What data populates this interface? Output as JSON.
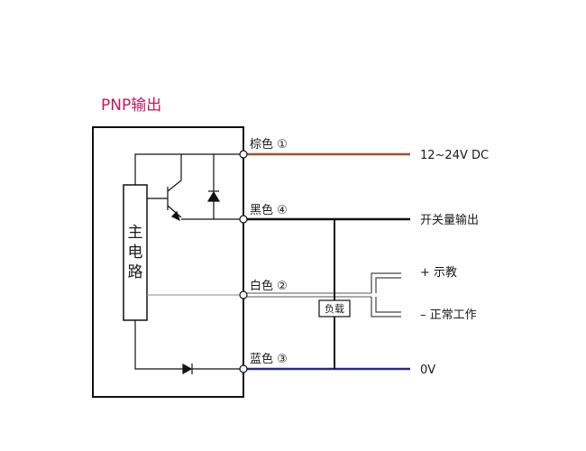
{
  "title": "PNP输出",
  "main_circuit_label": [
    "主",
    "电",
    "路"
  ],
  "wires": [
    {
      "name": "brown",
      "label": "棕色 ①",
      "signal": "12~24V DC",
      "color": "#a0522d"
    },
    {
      "name": "black",
      "label": "黑色 ④",
      "signal": "开关量输出",
      "color": "#111111"
    },
    {
      "name": "white",
      "label": "白色 ②",
      "signal_plus": "+ 示教",
      "signal_minus": "– 正常工作",
      "color": "#555555"
    },
    {
      "name": "blue",
      "label": "蓝色 ③",
      "signal": "0V",
      "color": "#2b2a7a"
    }
  ],
  "load_label": "负载"
}
